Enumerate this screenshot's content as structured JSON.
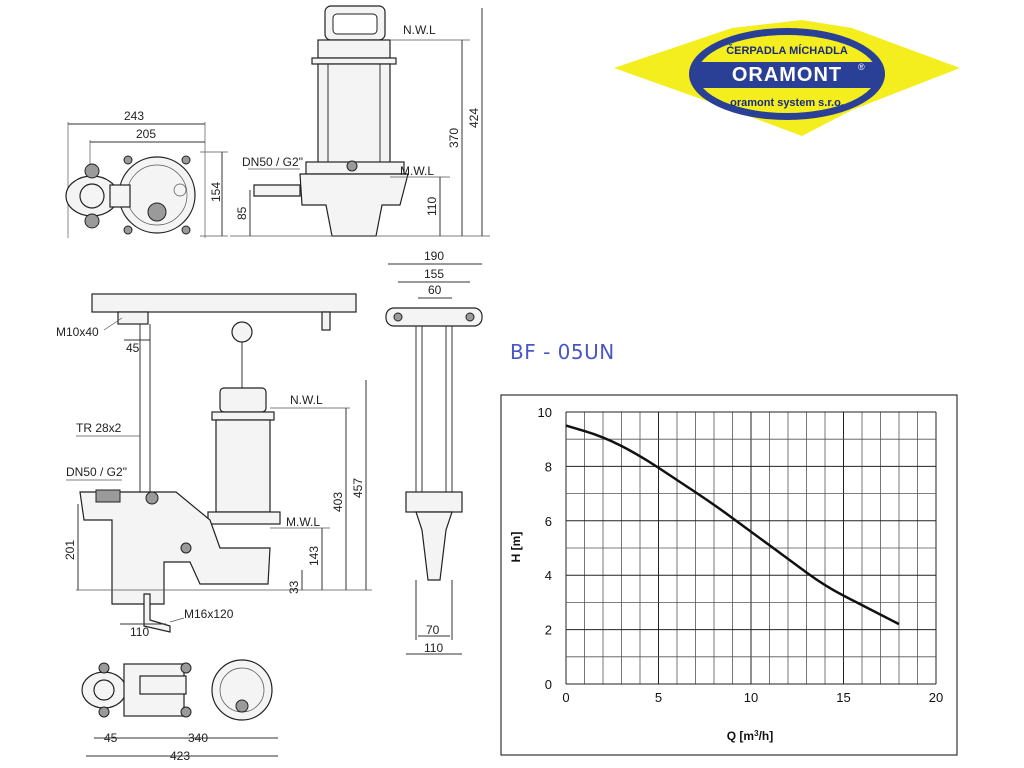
{
  "logo": {
    "top_text": "ČERPADLA MÍCHADLA",
    "brand": "ORAMONT",
    "registered": "®",
    "bottom_text": "oramont system s.r.o.",
    "colors": {
      "background": "#f4ee1e",
      "ellipse": "#2a3f96",
      "text": "#1a2a7a"
    }
  },
  "model": "BF - 05UN",
  "drawing": {
    "top_view": {
      "d1": "243",
      "d2": "205",
      "d3": "154",
      "flange": "DN50 / G2\""
    },
    "side_view": {
      "nwl": "N.W.L",
      "mwl": "M.W.L",
      "h424": "424",
      "h370": "370",
      "h110": "110",
      "h85": "85"
    },
    "rail_view": {
      "bolt": "M10x40",
      "d45": "45",
      "tube": "TR 28x2",
      "flange": "DN50 / G2\"",
      "h201": "201",
      "base_bolt": "M16x120",
      "d110": "110",
      "nwl": "N.W.L",
      "mwl": "M.W.L",
      "h403": "403",
      "h457": "457",
      "h143": "143",
      "h33": "33"
    },
    "front_view": {
      "d190": "190",
      "d155": "155",
      "d60": "60",
      "d70": "70",
      "d110": "110"
    },
    "bottom_view": {
      "d45": "45",
      "d340": "340",
      "d423": "423"
    }
  },
  "chart_data": {
    "type": "line",
    "xlabel": "Q [m³/h]",
    "ylabel": "H [m]",
    "xlim": [
      0,
      20
    ],
    "ylim": [
      0,
      10
    ],
    "xticks": [
      0,
      5,
      10,
      15,
      20
    ],
    "yticks": [
      0,
      2,
      4,
      6,
      8,
      10
    ],
    "grid": true,
    "series": [
      {
        "values": [
          [
            0,
            9.5
          ],
          [
            2,
            9.1
          ],
          [
            4,
            8.4
          ],
          [
            6,
            7.5
          ],
          [
            8,
            6.6
          ],
          [
            10,
            5.6
          ],
          [
            12,
            4.6
          ],
          [
            14,
            3.6
          ],
          [
            16,
            2.9
          ],
          [
            18,
            2.2
          ]
        ]
      }
    ]
  }
}
